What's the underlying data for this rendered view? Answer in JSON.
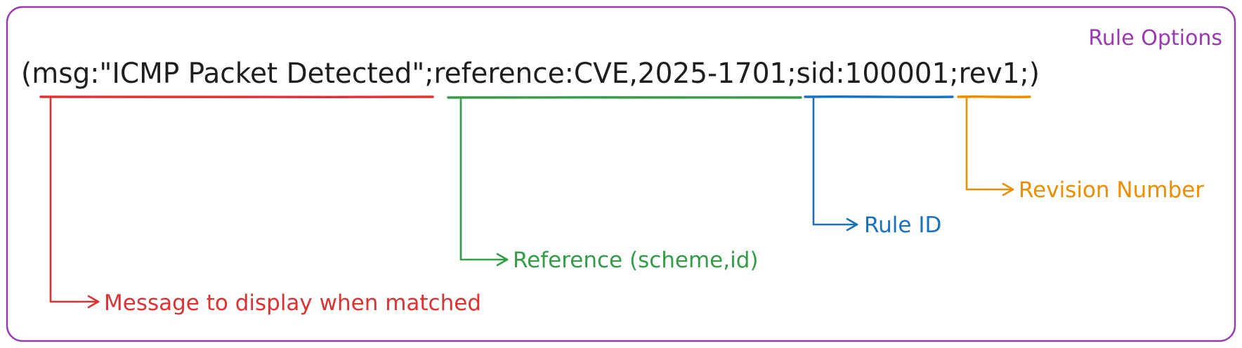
{
  "frame": {
    "title": "Rule Options",
    "border_color": "#9c36b5"
  },
  "rule": {
    "segments": [
      {
        "id": "msg",
        "text": "(msg:\"ICMP Packet Detected\""
      },
      {
        "id": "sep1",
        "text": ";"
      },
      {
        "id": "reference",
        "text": "reference:CVE,2025-1701"
      },
      {
        "id": "sep2",
        "text": ";"
      },
      {
        "id": "sid",
        "text": "sid:100001"
      },
      {
        "id": "sep3",
        "text": ";"
      },
      {
        "id": "rev",
        "text": "rev1;"
      },
      {
        "id": "close",
        "text": ")"
      }
    ]
  },
  "callouts": [
    {
      "id": "msg",
      "label": "Message to display when matched",
      "color": "#e03131",
      "icon": "arrow-right-icon"
    },
    {
      "id": "reference",
      "label": "Reference (scheme,id)",
      "color": "#2f9e44",
      "icon": "arrow-right-icon"
    },
    {
      "id": "sid",
      "label": "Rule ID",
      "color": "#1971c2",
      "icon": "arrow-right-icon"
    },
    {
      "id": "rev",
      "label": "Revision Number",
      "color": "#f08c00",
      "icon": "arrow-right-icon"
    }
  ]
}
